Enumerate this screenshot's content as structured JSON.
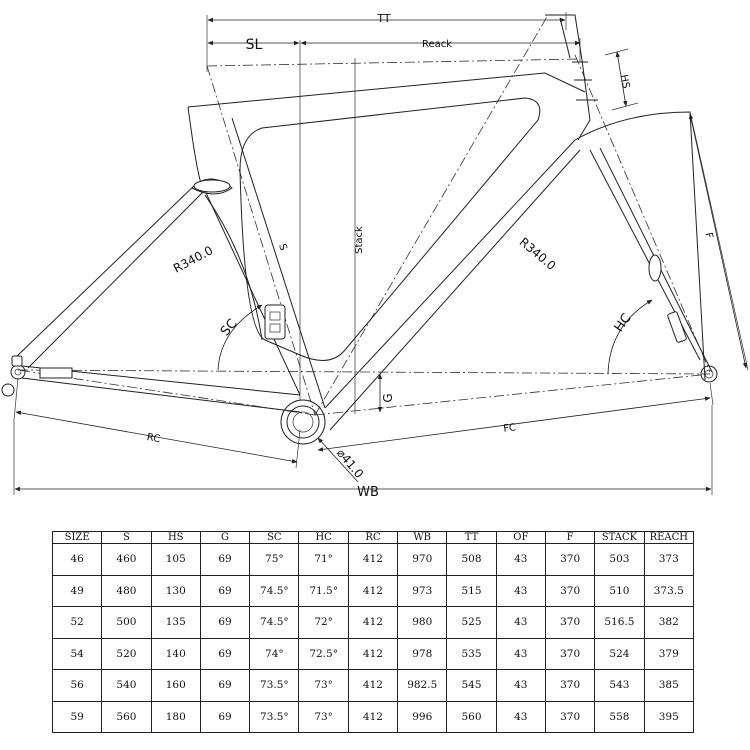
{
  "diagram": {
    "labels": {
      "tt": "TT",
      "sl": "SL",
      "reach": "Reack",
      "hs": "HS",
      "stack": "Stack",
      "s": "S",
      "r_left": "R340.0",
      "r_right": "R340.0",
      "sc": "SC",
      "hc": "HC",
      "g": "G",
      "rc": "RC",
      "fc": "FC",
      "f": "F",
      "bb": "⌀41.0",
      "wb": "WB"
    }
  },
  "table": {
    "headers": [
      "SIZE",
      "S",
      "HS",
      "G",
      "SC",
      "HC",
      "RC",
      "WB",
      "TT",
      "OF",
      "F",
      "STACK",
      "REACH"
    ],
    "rows": [
      [
        "46",
        "460",
        "105",
        "69",
        "75°",
        "71°",
        "412",
        "970",
        "508",
        "43",
        "370",
        "503",
        "373"
      ],
      [
        "49",
        "480",
        "130",
        "69",
        "74.5°",
        "71.5°",
        "412",
        "973",
        "515",
        "43",
        "370",
        "510",
        "373.5"
      ],
      [
        "52",
        "500",
        "135",
        "69",
        "74.5°",
        "72°",
        "412",
        "980",
        "525",
        "43",
        "370",
        "516.5",
        "382"
      ],
      [
        "54",
        "520",
        "140",
        "69",
        "74°",
        "72.5°",
        "412",
        "978",
        "535",
        "43",
        "370",
        "524",
        "379"
      ],
      [
        "56",
        "540",
        "160",
        "69",
        "73.5°",
        "73°",
        "412",
        "982.5",
        "545",
        "43",
        "370",
        "543",
        "385"
      ],
      [
        "59",
        "560",
        "180",
        "69",
        "73.5°",
        "73°",
        "412",
        "996",
        "560",
        "43",
        "370",
        "558",
        "395"
      ]
    ]
  }
}
